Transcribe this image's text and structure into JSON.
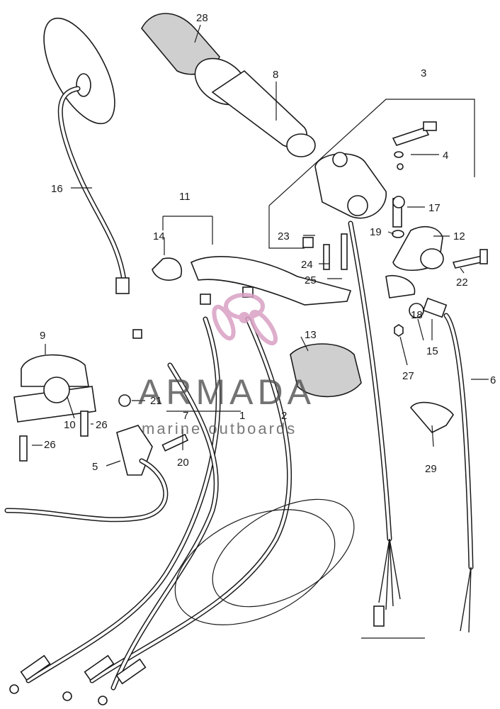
{
  "diagram": {
    "labels": {
      "p1": "1",
      "p2": "2",
      "p3": "3",
      "p4": "4",
      "p5": "5",
      "p6": "6",
      "p7": "7",
      "p8": "8",
      "p9": "9",
      "p10": "10",
      "p11": "11",
      "p12": "12",
      "p13": "13",
      "p14": "14",
      "p15": "15",
      "p16": "16",
      "p17": "17",
      "p18": "18",
      "p19": "19",
      "p20": "20",
      "p21": "21",
      "p22": "22",
      "p23": "23",
      "p24": "24",
      "p25": "25",
      "p26a": "26",
      "p26b": "26",
      "p27": "27",
      "p28": "28",
      "p29": "29"
    },
    "watermark": {
      "brand": "ARMADA",
      "tagline": "marine outboards",
      "logo_color": "#d9a0c4"
    }
  }
}
